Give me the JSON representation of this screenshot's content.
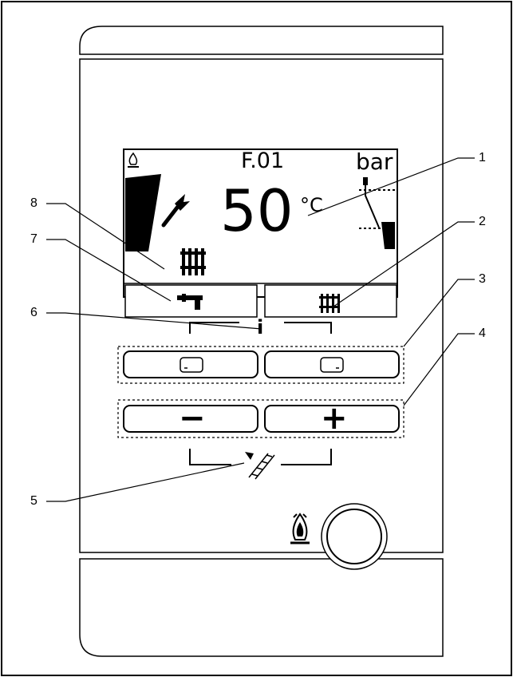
{
  "display": {
    "error_code": "F.01",
    "pressure_unit": "bar",
    "temperature_value": "50",
    "temperature_unit": "°C"
  },
  "buttons": {
    "minus_label": "−",
    "plus_label": "+",
    "info_label": "i"
  },
  "callouts": [
    "1",
    "2",
    "3",
    "4",
    "5",
    "6",
    "7",
    "8"
  ],
  "icons": {
    "flame": "flame-icon",
    "wrench": "wrench-icon",
    "radiator": "radiator-icon",
    "tap": "tap-icon",
    "chimney_sweep": "chimney-sweep-icon",
    "power_flame": "flame-symbol-icon"
  }
}
